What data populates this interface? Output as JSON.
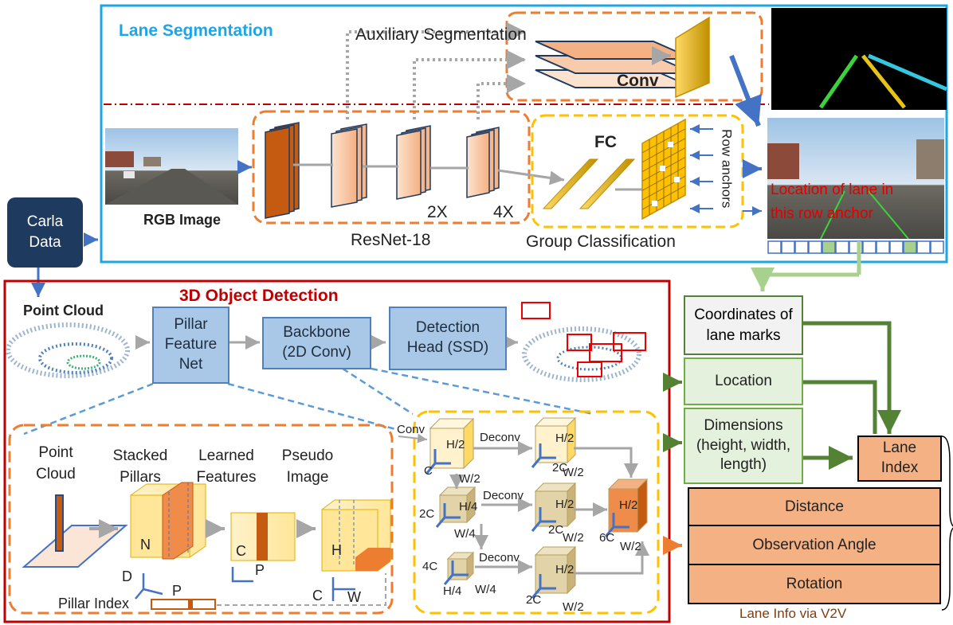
{
  "colors": {
    "accent_blue": "#1ea5e6",
    "accent_red": "#c00000",
    "accent_orange": "#ed7d31",
    "accent_yellow": "#ffc000",
    "green": "#70ad47",
    "dark_green": "#548235",
    "pillar_blue": "#4f81bd",
    "lane_info_brown": "#843c0c"
  },
  "source": {
    "line1": "Carla",
    "line2": "Data"
  },
  "lane": {
    "title": "Lane Segmentation",
    "aux": "Auxiliary Segmentation",
    "conv": "Conv",
    "rgb": "RGB Image",
    "resnet": "ResNet-18",
    "x2": "2X",
    "x4": "4X",
    "fc": "FC",
    "row_anchors": "Row anchors",
    "group": "Group Classification",
    "loc_line1": "Location of lane in",
    "loc_line2": "this row anchor"
  },
  "det": {
    "title": "3D Object Detection",
    "point_cloud": "Point Cloud",
    "pillar_line1": "Pillar",
    "pillar_line2": "Feature",
    "pillar_line3": "Net",
    "backbone_line1": "Backbone",
    "backbone_line2": "(2D Conv)",
    "head_line1": "Detection",
    "head_line2": "Head (SSD)"
  },
  "pfn": {
    "pc_line1": "Point",
    "pc_line2": "Cloud",
    "stacked_line1": "Stacked",
    "stacked_line2": "Pillars",
    "learned_line1": "Learned",
    "learned_line2": "Features",
    "pseudo_line1": "Pseudo",
    "pseudo_line2": "Image",
    "N": "N",
    "D": "D",
    "P": "P",
    "C": "C",
    "H": "H",
    "W": "W",
    "pillar_index": "Pillar Index"
  },
  "bb": {
    "conv": "Conv",
    "deconv": "Deconv",
    "H2": "H/2",
    "H4": "H/4",
    "W2": "W/2",
    "W4": "W/4",
    "C": "C",
    "C2": "2C",
    "C4": "4C",
    "C6": "6C"
  },
  "info": {
    "coords_line1": "Coordinates of",
    "coords_line2": "lane marks",
    "location": "Location",
    "dims_line1": "Dimensions",
    "dims_line2": "(height, width,",
    "dims_line3": "length)",
    "lane_index_line1": "Lane",
    "lane_index_line2": "Index",
    "distance": "Distance",
    "observation": "Observation Angle",
    "rotation": "Rotation",
    "footer": "Lane Info via V2V"
  }
}
